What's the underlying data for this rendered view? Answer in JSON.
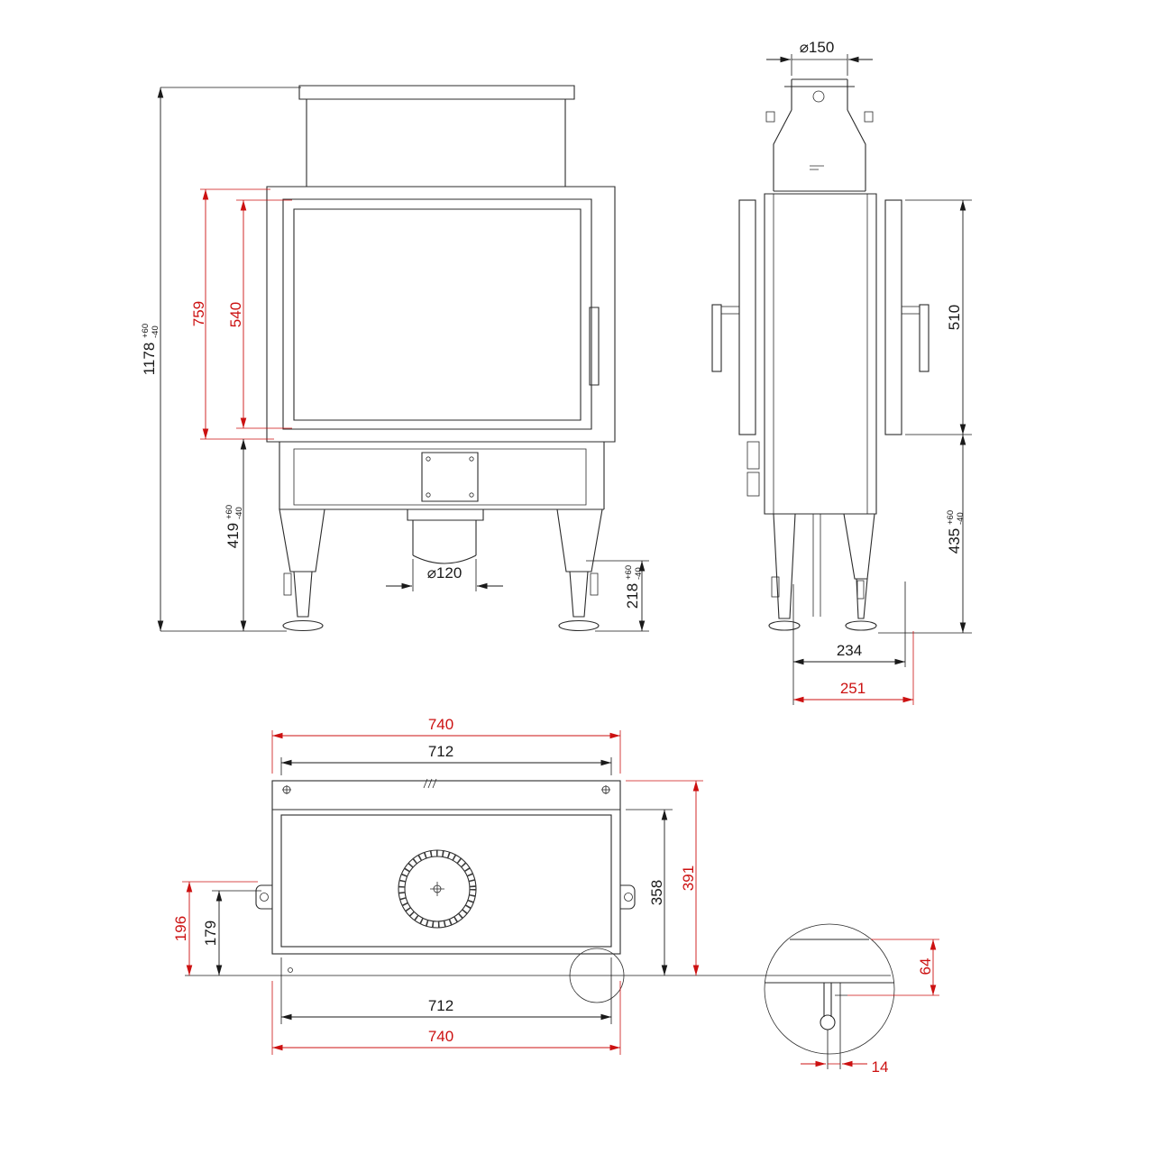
{
  "meta": {
    "background": "#ffffff",
    "line_color": "#2b2b2b",
    "dimension_color": "#1a1a1a",
    "highlight_color": "#cc1111"
  },
  "views": {
    "front": {
      "dims": {
        "total_height": {
          "value": "1178",
          "tol_plus": "+60",
          "tol_minus": "-40"
        },
        "frame_height": {
          "value": "759"
        },
        "glass_height": {
          "value": "540"
        },
        "base_height": {
          "value": "419",
          "tol_plus": "+60",
          "tol_minus": "-40"
        },
        "foot_height": {
          "value": "218",
          "tol_plus": "+60",
          "tol_minus": "-40"
        },
        "bottom_flue_diameter": {
          "value": "⌀120"
        }
      }
    },
    "side": {
      "dims": {
        "flue_diameter": {
          "value": "⌀150"
        },
        "panel_height": {
          "value": "510"
        },
        "base_height": {
          "value": "435",
          "tol_plus": "+60",
          "tol_minus": "-40"
        },
        "depth_body": {
          "value": "234"
        },
        "depth_total": {
          "value": "251"
        }
      }
    },
    "top": {
      "dims": {
        "outer_width_top": {
          "value": "740"
        },
        "inner_width_top": {
          "value": "712"
        },
        "inner_depth": {
          "value": "358"
        },
        "outer_depth": {
          "value": "391"
        },
        "offset_outer": {
          "value": "196"
        },
        "offset_inner": {
          "value": "179"
        },
        "inner_width_bottom": {
          "value": "712"
        },
        "outer_width_bottom": {
          "value": "740"
        }
      }
    },
    "detail": {
      "dims": {
        "edge_offset": {
          "value": "64"
        },
        "slot_offset": {
          "value": "14"
        }
      }
    }
  }
}
